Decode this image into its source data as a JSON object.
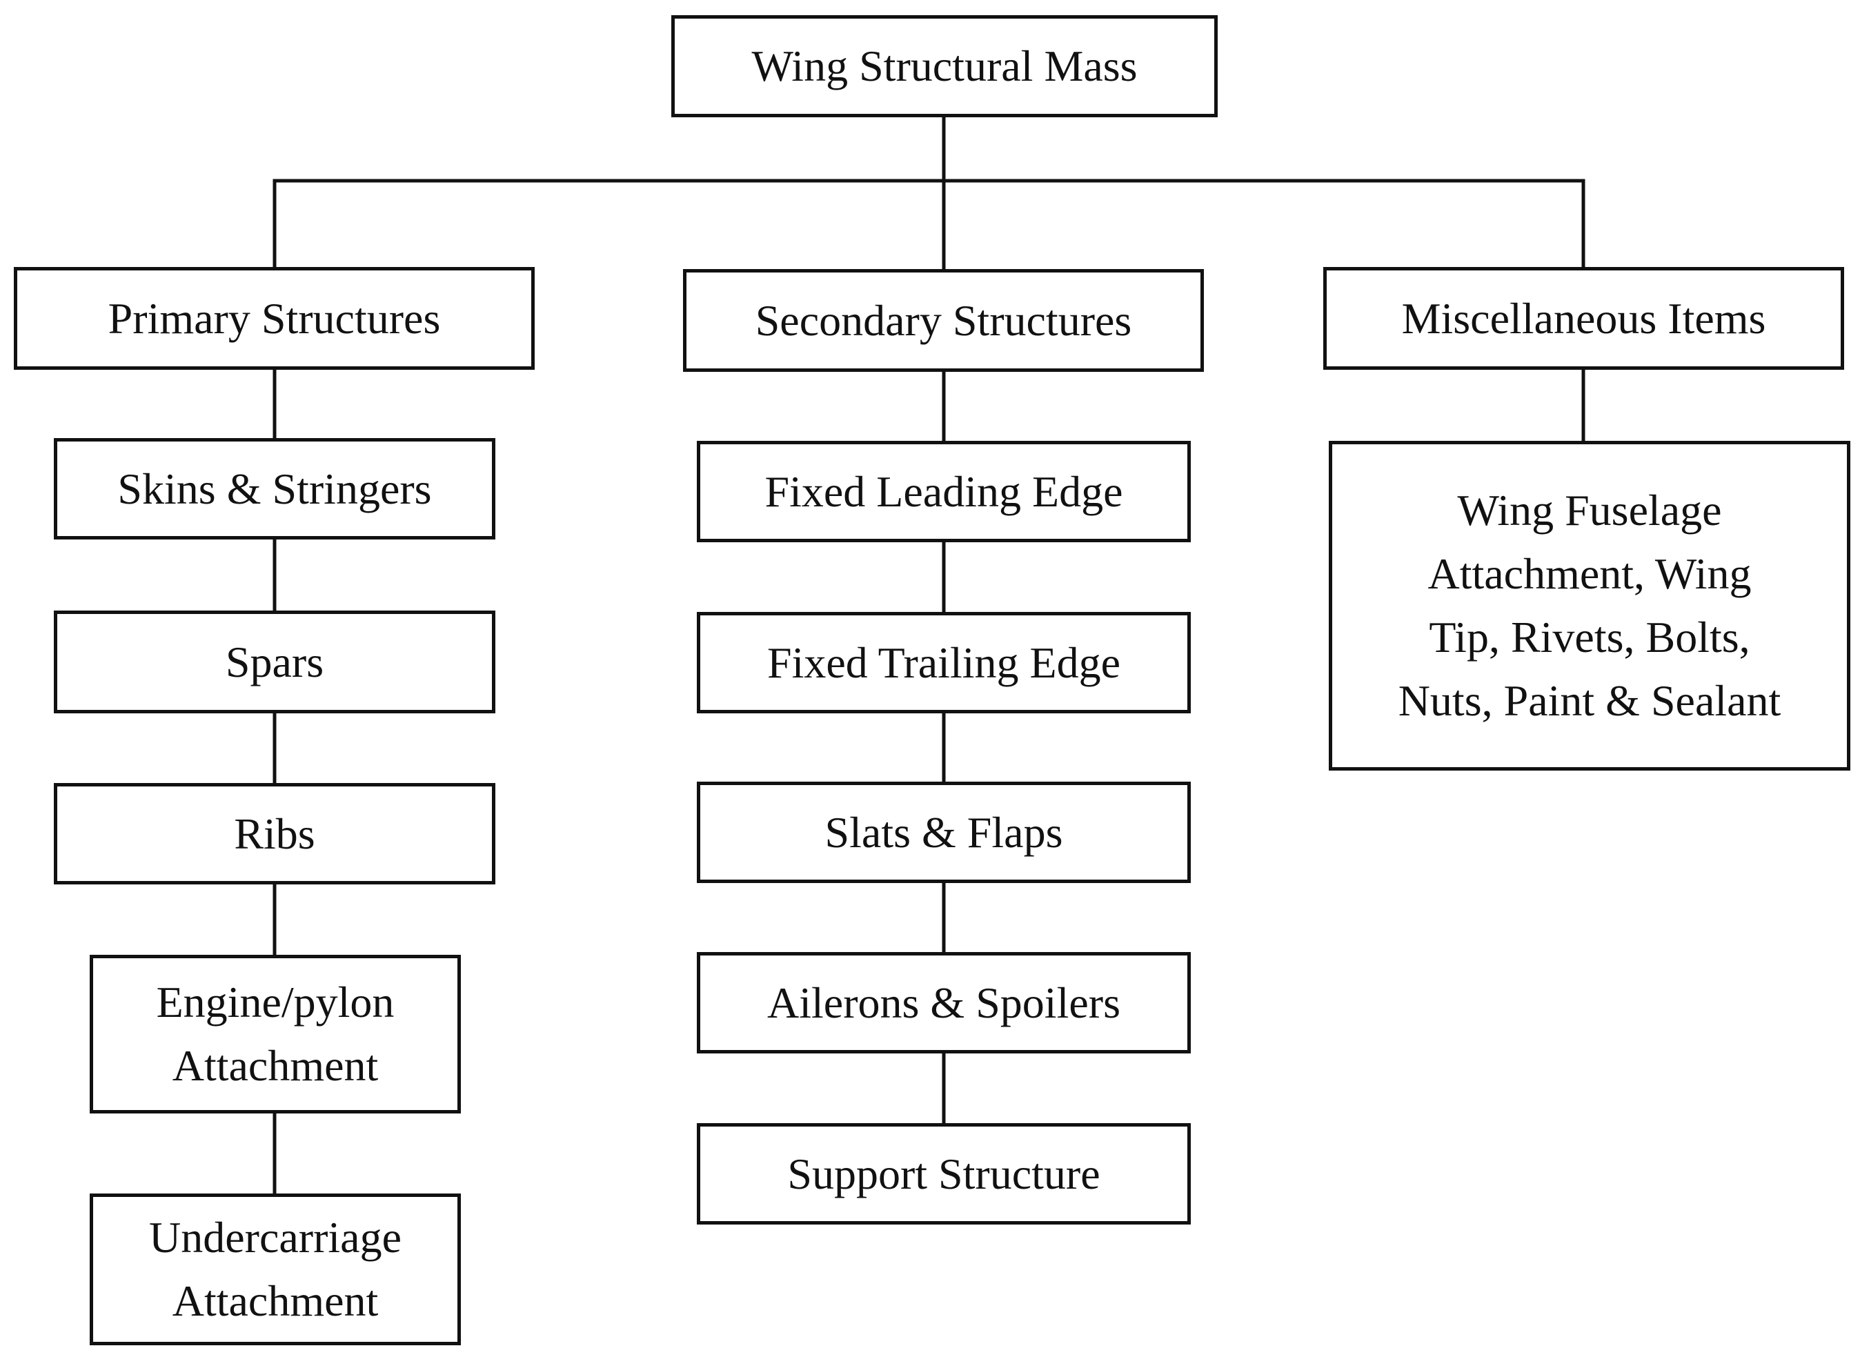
{
  "diagram": {
    "root": "Wing Structural Mass",
    "categories": {
      "primary": "Primary Structures",
      "secondary": "Secondary Structures",
      "misc": "Miscellaneous Items"
    },
    "primary_items": [
      "Skins & Stringers",
      "Spars",
      "Ribs",
      "Engine/pylon\nAttachment",
      "Undercarriage\nAttachment"
    ],
    "secondary_items": [
      "Fixed Leading Edge",
      "Fixed Trailing Edge",
      "Slats & Flaps",
      "Ailerons & Spoilers",
      "Support Structure"
    ],
    "misc_items": [
      "Wing Fuselage\nAttachment, Wing\nTip, Rivets, Bolts,\nNuts, Paint & Sealant"
    ]
  }
}
